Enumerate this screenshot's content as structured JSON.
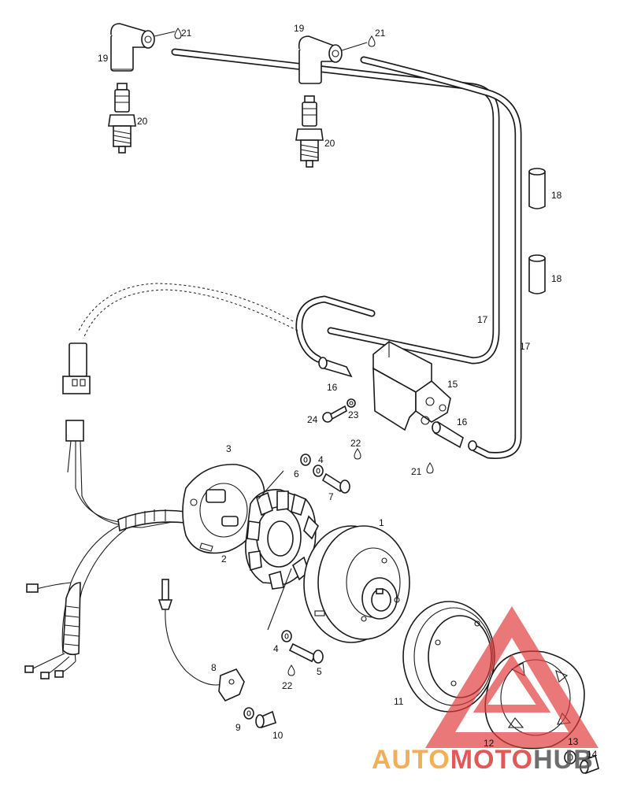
{
  "labels": {
    "l1": "1",
    "l2": "2",
    "l3": "3",
    "l4a": "4",
    "l4b": "4",
    "l5": "5",
    "l6": "6",
    "l7": "7",
    "l8": "8",
    "l9": "9",
    "l10": "10",
    "l11": "11",
    "l12": "12",
    "l13": "13",
    "l14": "14",
    "l15": "15",
    "l16a": "16",
    "l16b": "16",
    "l17a": "17",
    "l17b": "17",
    "l18a": "18",
    "l18b": "18",
    "l19a": "19",
    "l19b": "19",
    "l20a": "20",
    "l20b": "20",
    "l21a": "21",
    "l21b": "21",
    "l21c": "21",
    "l22a": "22",
    "l22b": "22",
    "l23": "23",
    "l24": "24"
  },
  "watermark": {
    "part1": "AUTO",
    "part2": "MOTO",
    "part3": "HUB",
    "color_orange": "#f2a23a",
    "color_red": "#e03a3a",
    "color_dark": "#555555"
  }
}
